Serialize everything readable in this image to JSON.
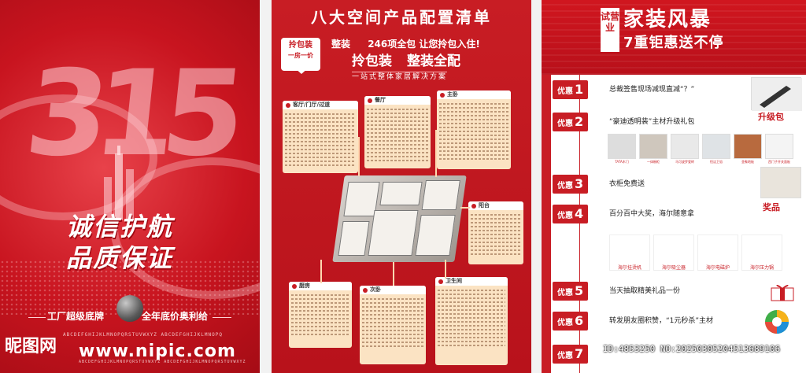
{
  "panel1": {
    "big_number": "315",
    "slogan_line1": "诚信护航",
    "slogan_line2": "品质保证",
    "band_left": "工厂超级底牌",
    "band_right": "全年底价奥利给",
    "alphabet1": "ABCDEFGHIJKLMNOPQRSTUVWXYZ ABCDEFGHIJKLMNOPQ",
    "alphabet2": "ABCDEFGHIJKLMNOPQRSTUVWXYZ ABCDEFGHIJKLMNOPQRSTUVWXYZ",
    "watermark_brand": "昵图网",
    "watermark_url": "www.nipic.com"
  },
  "panel2": {
    "title": "八大空间产品配置清单",
    "tag_line1": "拎包装",
    "tag_line2": "一房一价",
    "promo_prefix": "整装",
    "promo_main": "246项全包 让您拎包入住!",
    "logo_left": "拎包装",
    "logo_right": "整装全配",
    "subtitle": "一站式整体家居解决方案",
    "rooms": [
      {
        "name": "客厅/门厅/过道"
      },
      {
        "name": "餐厅"
      },
      {
        "name": "主卧"
      },
      {
        "name": "阳台"
      },
      {
        "name": "厨房"
      },
      {
        "name": "次卧"
      },
      {
        "name": "卫生间"
      }
    ]
  },
  "panel3": {
    "trial": "试营业",
    "headline": "家装风暴",
    "subheadline": "7重钜惠送不停",
    "offer_word": "优惠",
    "offers": [
      {
        "num": "1",
        "text": "总裁签售现场减现直减“？”"
      },
      {
        "num": "2",
        "text": "“豪迪透明装”主材升级礼包"
      },
      {
        "num": "3",
        "text": "衣柜免费送"
      },
      {
        "num": "4",
        "text": "百分百中大奖，海尔随意拿"
      },
      {
        "num": "5",
        "text": "当天抽取精美礼品一份"
      },
      {
        "num": "6",
        "text": "转发朋友圈积赞，“1元秒杀”主材"
      },
      {
        "num": "7",
        "text": ""
      }
    ],
    "upgrade_label": "升级包",
    "prize_label": "奖品",
    "upgrade_items": [
      "TATA木门",
      "一体橱柜",
      "马可波罗瓷砖",
      "恒洁卫浴",
      "圣象地板",
      "西门子开关面板"
    ],
    "prizes": [
      "海尔挂烫机",
      "海尔吸尘器",
      "海尔电磁炉",
      "海尔压力锅"
    ]
  },
  "watermark_id": "ID:4853250 NO:20250305204513689106"
}
